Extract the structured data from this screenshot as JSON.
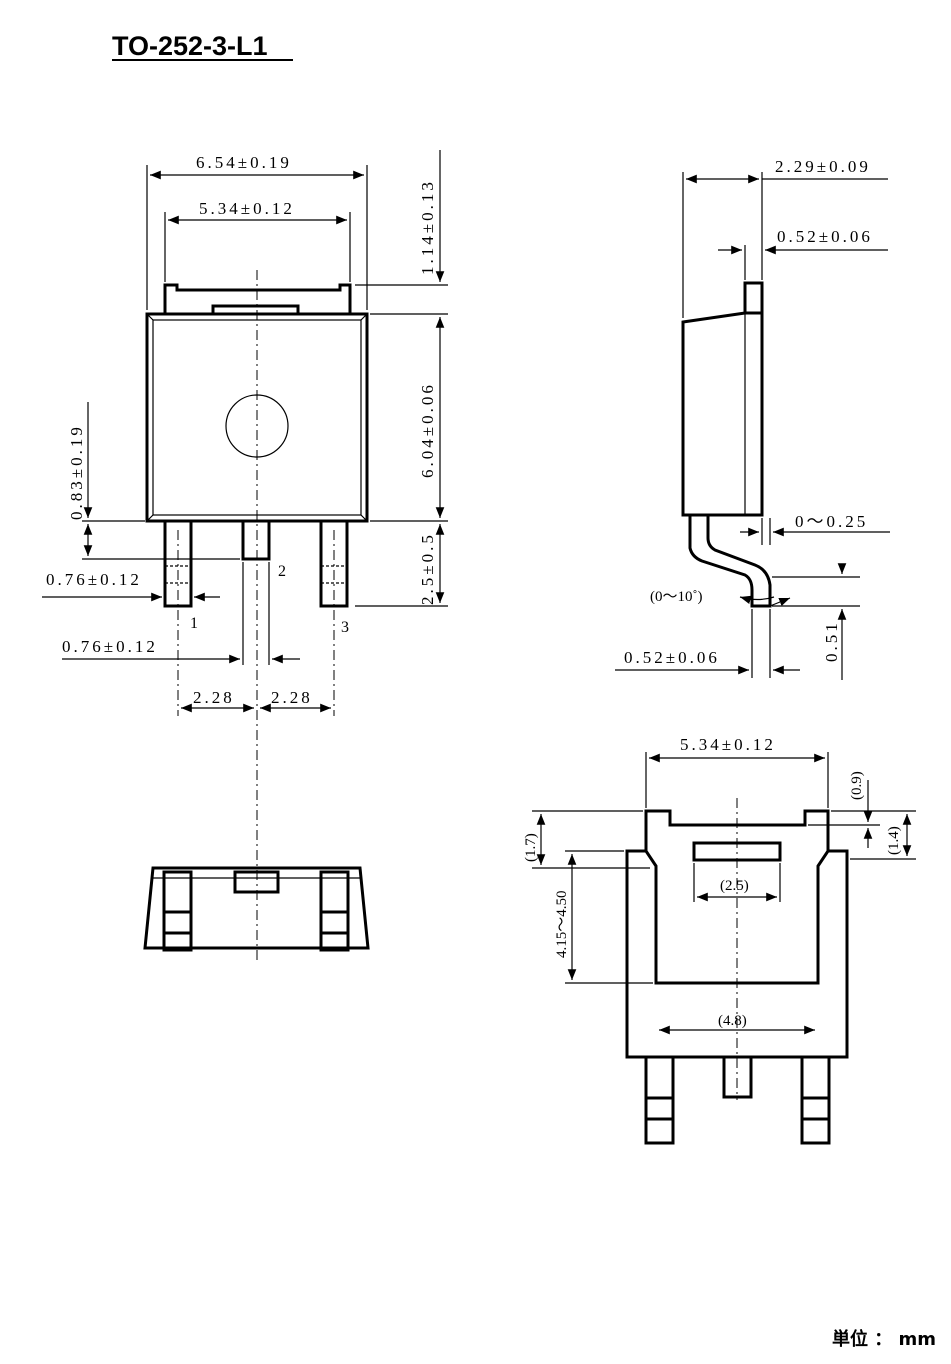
{
  "title": "TO-252-3-L1",
  "unit_label": "単位 ： mm",
  "front_view": {
    "overall_width": "6.54±0.19",
    "tab_width": "5.34±0.12",
    "tab_height": "1.14±0.13",
    "body_height": "6.04±0.06",
    "lead_length": "2.5±0.5",
    "lead_offset": "0.83±0.19",
    "lead1_width": "0.76±0.12",
    "lead2_width": "0.76±0.12",
    "pitch_left": "2.28",
    "pitch_right": "2.28",
    "pin_1": "1",
    "pin_2": "2",
    "pin_3": "3"
  },
  "side_view": {
    "total_thickness": "2.29±0.09",
    "tab_thickness": "0.52±0.06",
    "lead_gap": "0～0.25",
    "lead_angle": "(0～10˚)",
    "lead_thickness": "0.52±0.06",
    "lead_foot": "0.51"
  },
  "bottom_view": {
    "tab_width": "5.34±0.12",
    "tab_notch": "(0.9)",
    "tab_height": "(1.4)",
    "side_height": "(1.7)",
    "pad_range": "4.15～4.50",
    "slot_width": "(2.5)",
    "inner_width": "(4.8)"
  }
}
